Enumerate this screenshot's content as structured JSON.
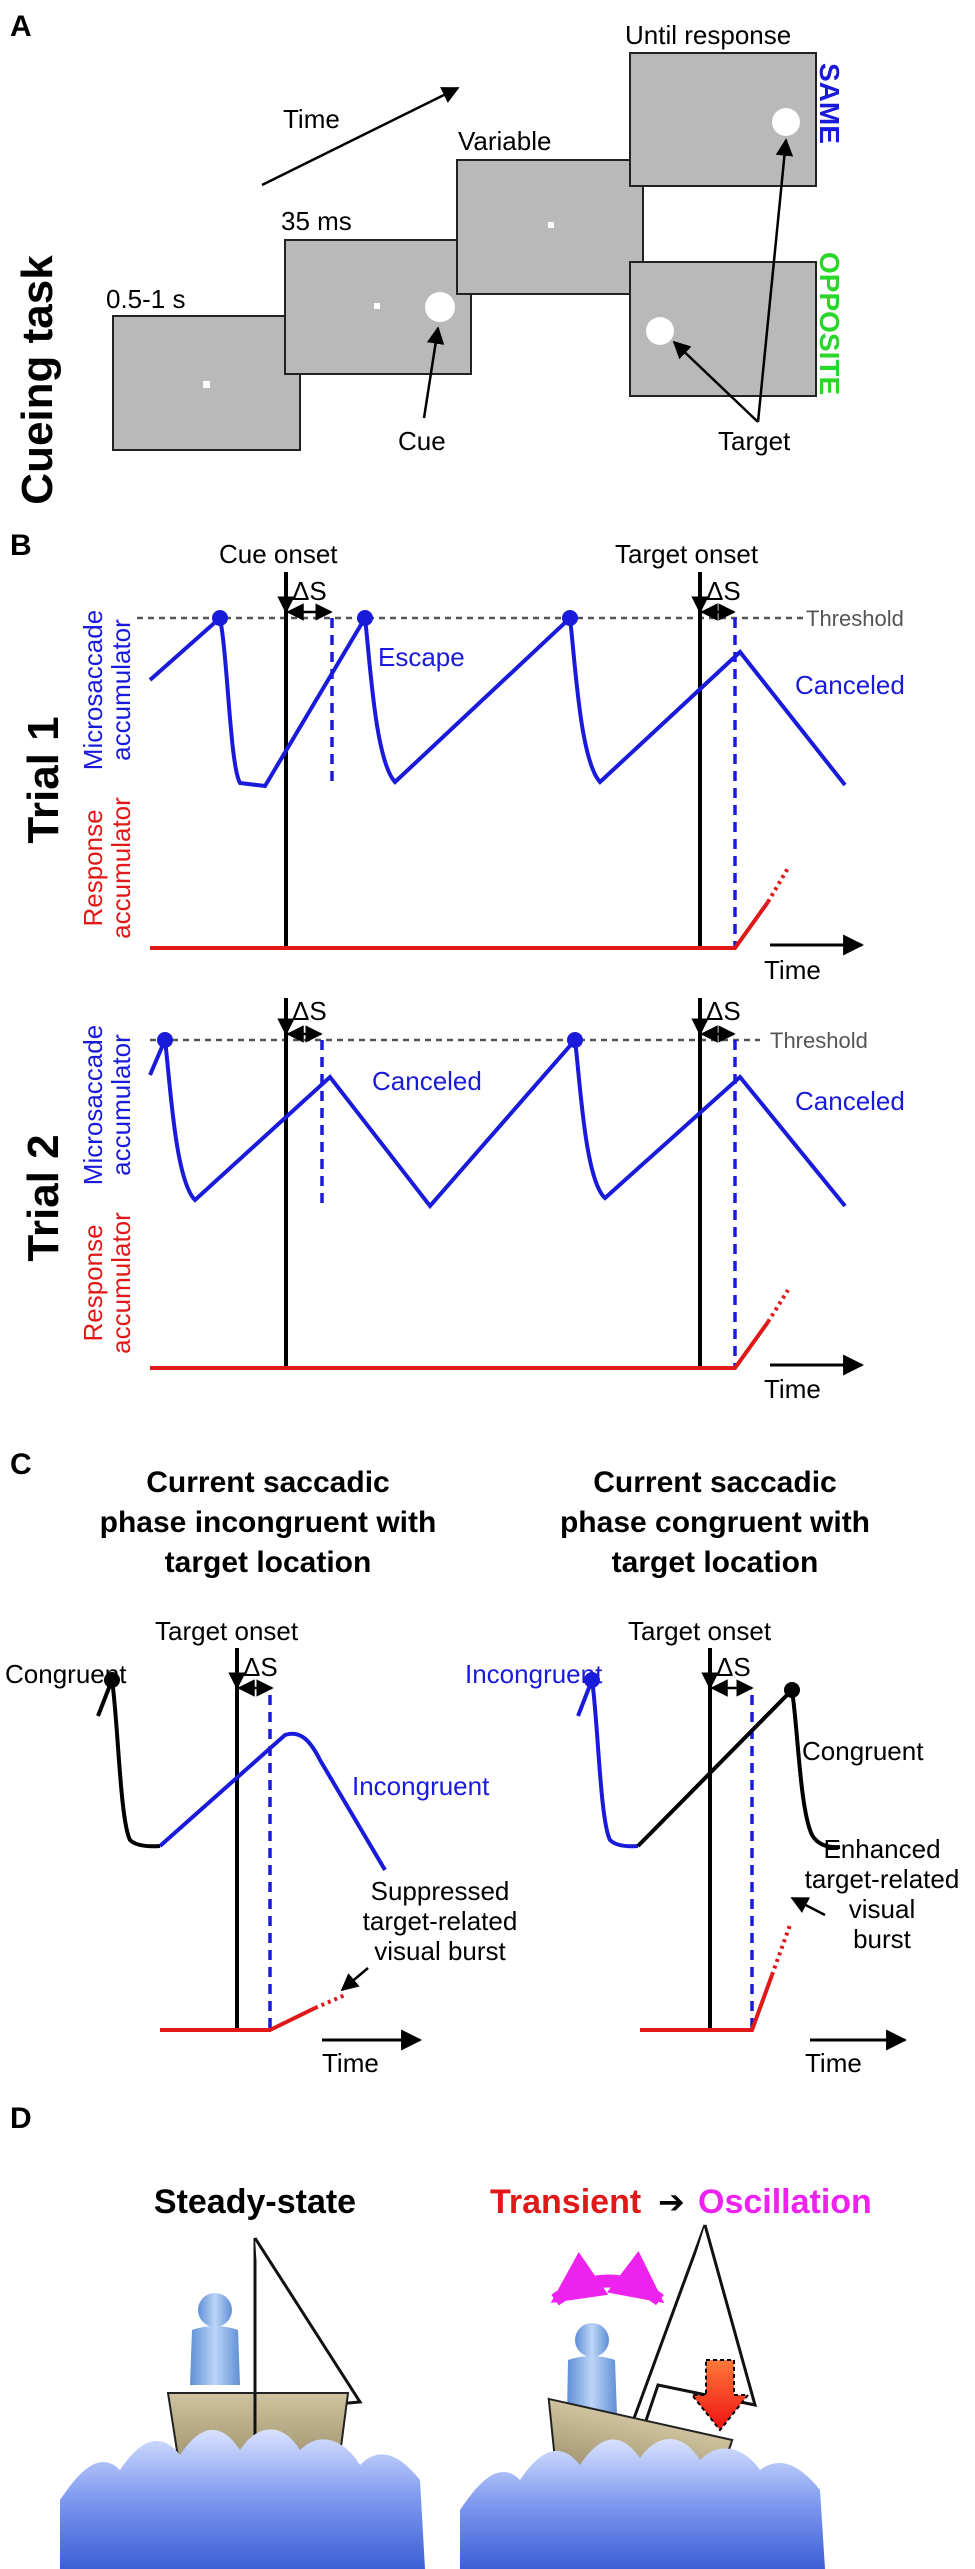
{
  "panels": {
    "a": "A",
    "b": "B",
    "c": "C",
    "d": "D"
  },
  "panel_a": {
    "task_label": "Cueing task",
    "time": "Time",
    "durations": [
      "0.5-1 s",
      "35 ms",
      "Variable",
      "Until response"
    ],
    "cue": "Cue",
    "target": "Target",
    "same": "SAME",
    "opposite": "OPPOSITE",
    "colors": {
      "same": "#1a1adb",
      "opposite": "#2bd62b"
    }
  },
  "panel_b": {
    "cue_onset": "Cue onset",
    "target_onset": "Target onset",
    "delta_s": "ΔS",
    "threshold": "Threshold",
    "escape": "Escape",
    "canceled": "Canceled",
    "trial1": "Trial 1",
    "trial2": "Trial 2",
    "micro_line1": "Microsaccade",
    "micro_line2": "accumulator",
    "resp_line1": "Response",
    "resp_line2": "accumulator",
    "time": "Time"
  },
  "panel_c": {
    "left_title": [
      "Current saccadic",
      "phase incongruent with",
      "target location"
    ],
    "right_title": [
      "Current saccadic",
      "phase congruent with",
      "target location"
    ],
    "target_onset": "Target onset",
    "delta_s": "ΔS",
    "congruent": "Congruent",
    "incongruent": "Incongruent",
    "suppressed": [
      "Suppressed",
      "target-related",
      "visual burst"
    ],
    "enhanced": [
      "Enhanced",
      "target-related",
      "visual",
      "burst"
    ],
    "time": "Time"
  },
  "panel_d": {
    "steady": "Steady-state",
    "transient": "Transient",
    "arrow": "➔",
    "oscillation": "Oscillation",
    "colors": {
      "transient": "#e01818",
      "oscillation": "#ee22ee"
    }
  }
}
